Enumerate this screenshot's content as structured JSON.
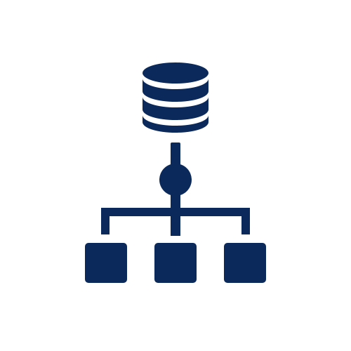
{
  "icon": {
    "name": "database-network-hierarchy-icon",
    "color": "#0b2a5b",
    "background": "#ffffff",
    "parts": {
      "database": "database-icon",
      "hub": "hub-node",
      "children": [
        "node-box-left",
        "node-box-center",
        "node-box-right"
      ]
    }
  }
}
